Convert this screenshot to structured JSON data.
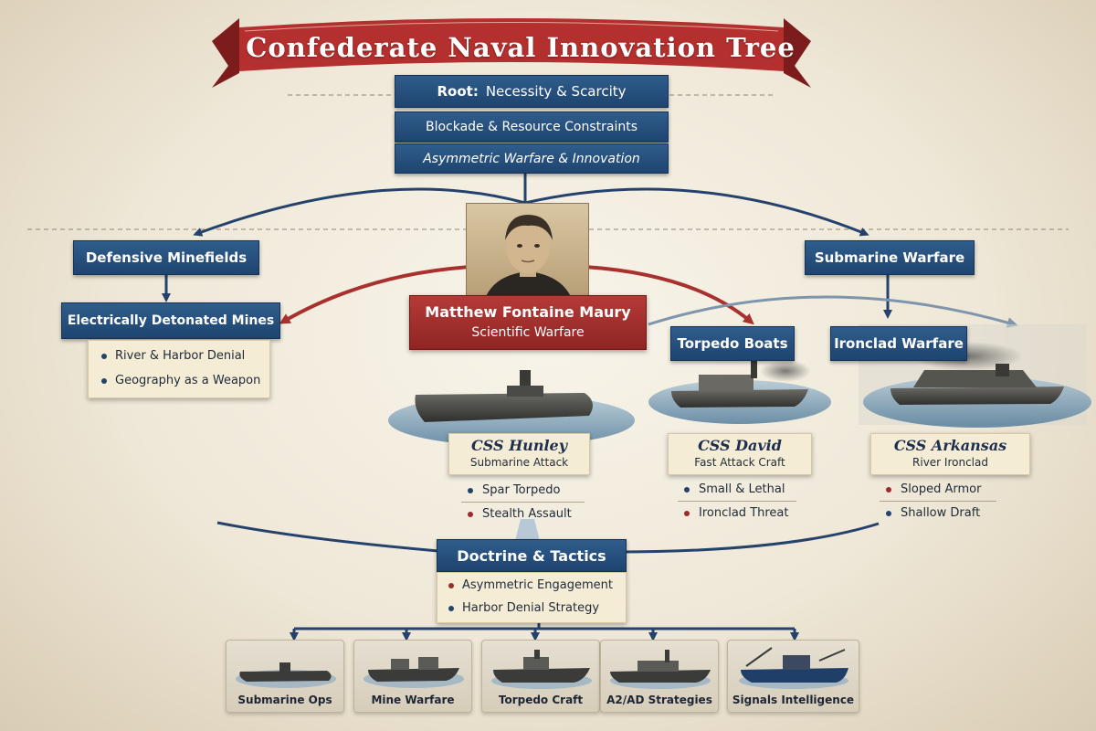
{
  "title": "Confederate Naval Innovation Tree",
  "root": {
    "label": "Root:",
    "text": "Necessity & Scarcity"
  },
  "constraints": "Blockade & Resource Constraints",
  "asymmetric": "Asymmetric Warfare & Innovation",
  "left_branch": {
    "title": "Defensive Minefields",
    "sub": "Electrically Detonated Mines",
    "bullets": [
      "River & Harbor Denial",
      "Geography as a Weapon"
    ]
  },
  "right_branch": {
    "title": "Submarine Warfare",
    "torpedo": "Torpedo Boats",
    "ironclad": "Ironclad Warfare"
  },
  "maury": {
    "name": "Matthew Fontaine Maury",
    "sub": "Scientific Warfare"
  },
  "ships": [
    {
      "name": "CSS Hunley",
      "sub": "Submarine Attack",
      "bullets": [
        "Spar Torpedo",
        "Stealth Assault"
      ]
    },
    {
      "name": "CSS David",
      "sub": "Fast Attack Craft",
      "bullets": [
        "Small & Lethal",
        "Ironclad Threat"
      ]
    },
    {
      "name": "CSS Arkansas",
      "sub": "River Ironclad",
      "bullets": [
        "Sloped Armor",
        "Shallow Draft"
      ]
    }
  ],
  "doctrine": {
    "title": "Doctrine & Tactics",
    "bullets": [
      "Asymmetric Engagement",
      "Harbor Denial Strategy"
    ]
  },
  "outcomes": [
    "Submarine Ops",
    "Mine Warfare",
    "Torpedo Craft",
    "A2/AD Strategies",
    "Signals Intelligence"
  ],
  "colors": {
    "blue": "#24426b",
    "red": "#9b2a2a",
    "parchment": "#f5ecd6"
  }
}
